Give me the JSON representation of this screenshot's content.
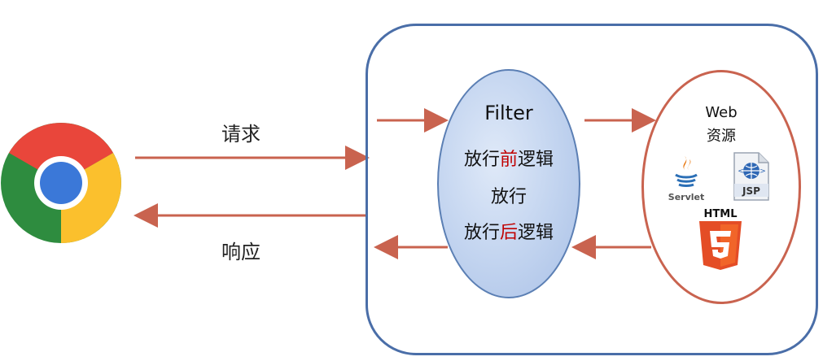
{
  "labels": {
    "request": "请求",
    "response": "响应"
  },
  "filter": {
    "title": "Filter",
    "line1": {
      "pre": "放行",
      "highlight": "前",
      "post": "逻辑"
    },
    "line2": "放行",
    "line3": {
      "pre": "放行",
      "highlight": "后",
      "post": "逻辑"
    }
  },
  "web": {
    "title_line1": "Web",
    "title_line2": "资源",
    "servlet_label": "Servlet",
    "jsp_label": "JSP",
    "html_label": "HTML"
  },
  "colors": {
    "arrow": "#c9634f",
    "server_border": "#4a6ea8",
    "highlight": "#c00000"
  },
  "icons": [
    "chrome-icon",
    "java-icon",
    "jsp-icon",
    "html5-icon"
  ]
}
